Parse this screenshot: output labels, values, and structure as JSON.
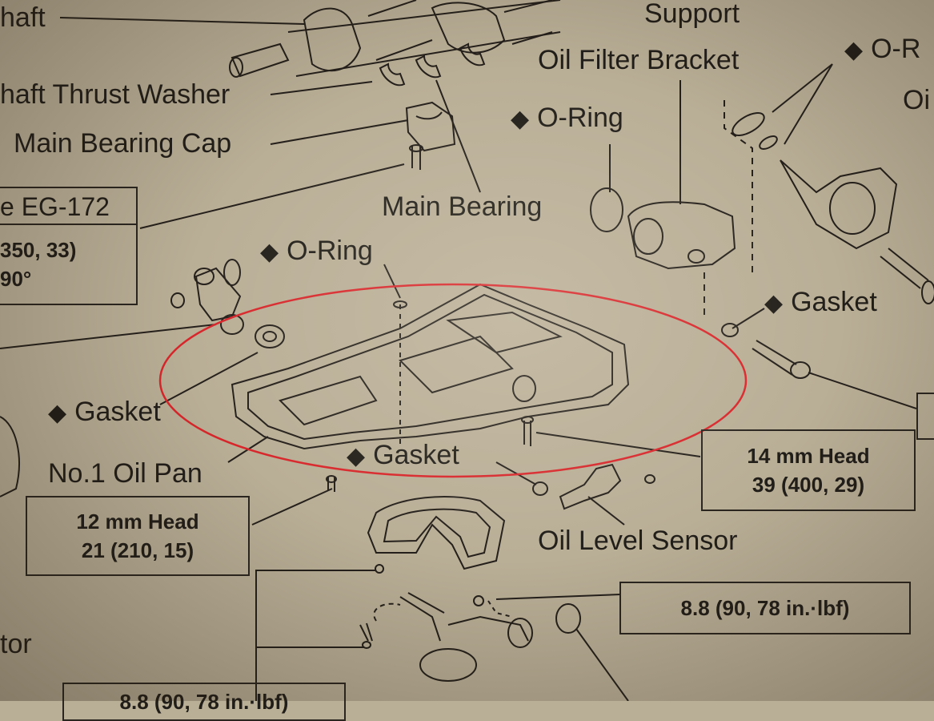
{
  "labels": {
    "crankshaft": "haft",
    "support": "Support",
    "o_ring_top_right": "O-R",
    "o_ring_top_right_2": "Oi",
    "oil_filter_bracket": "Oil Filter Bracket",
    "thrust_washer": "haft Thrust Washer",
    "main_bearing_cap": "Main Bearing Cap",
    "o_ring_filter": "O-Ring",
    "main_bearing": "Main Bearing",
    "o_ring_pan": "O-Ring",
    "gasket_right": "Gasket",
    "gasket_left": "Gasket",
    "no1_oil_pan": "No.1 Oil Pan",
    "gasket_center": "Gasket",
    "oil_level_sensor": "Oil Level Sensor",
    "strainer_partial": "tor"
  },
  "boxes": {
    "eg_ref": "e EG-172",
    "eg_torque_line1": "350, 33)",
    "eg_torque_line2": "90°",
    "head12_line1": "12 mm Head",
    "head12_line2": "21 (210, 15)",
    "head14_line1": "14 mm Head",
    "head14_line2": "39 (400, 29)",
    "torque_88_right": "8.8 (90, 78 in.·lbf)",
    "torque_88_bottom": "8.8 (90, 78 in.·lbf)"
  },
  "symbols": {
    "diamond": "◆"
  },
  "colors": {
    "paper": "#b9ae96",
    "ink": "#211d18",
    "highlight": "#d8262b"
  }
}
